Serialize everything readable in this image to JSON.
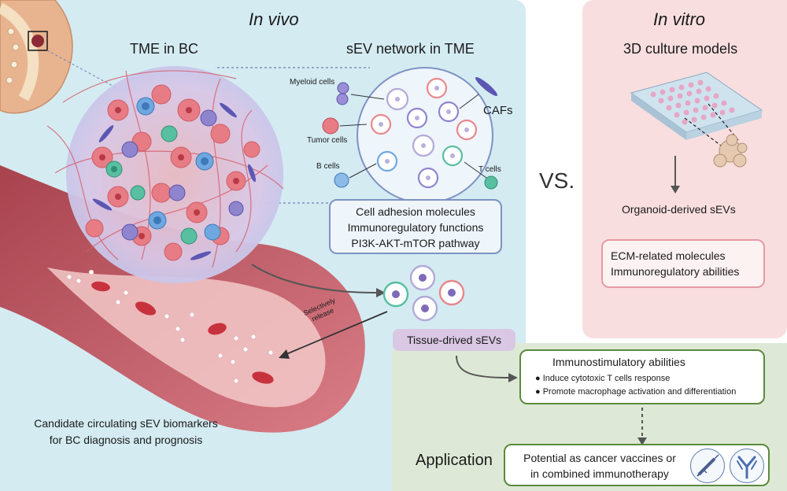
{
  "colors": {
    "invivo_bg": "#d4ebf2",
    "invitro_bg": "#f9dedf",
    "application_bg": "#dde9d6",
    "tissue_label_bg": "#d9c7e3",
    "vessel": "#c95d68",
    "vessel_inner": "#f2c2c2",
    "network_border": "#7e93c3",
    "invitro_border": "#e59aa4",
    "app_border": "#5b8a3c"
  },
  "invivo": {
    "title": "In vivo",
    "tme_label": "TME in BC",
    "network_label": "sEV network in TME",
    "cells": {
      "myeloid": "Myeloid cells",
      "tumor": "Tumor cells",
      "bcells": "B cells",
      "caf": "CAFs",
      "tcells": "T cells"
    },
    "network_items": [
      "Cell adhesion molecules",
      "Immunoregulatory functions",
      "PI3K-AKT-mTOR pathway"
    ],
    "selective_release": [
      "Selectively",
      "release"
    ],
    "tissue_label": "Tissue-drived sEVs",
    "candidate": [
      "Candidate circulating sEV biomarkers",
      "for BC diagnosis and prognosis"
    ]
  },
  "vs": "VS.",
  "invitro": {
    "title": "In vitro",
    "subtitle": "3D culture models",
    "organoid_label": "Organoid-derived sEVs",
    "items": [
      "ECM-related molecules",
      "Immunoregulatory abilities"
    ]
  },
  "application": {
    "label": "Application",
    "immuno_title": "Immunostimulatory abilities",
    "bullets": [
      "Induce cytotoxic T cells response",
      "Promote macrophage activation and differentiation"
    ],
    "potential": [
      "Potential as cancer vaccines or",
      "in combined immunotherapy"
    ],
    "icons": [
      "syringe-icon",
      "antibody-icon"
    ]
  }
}
